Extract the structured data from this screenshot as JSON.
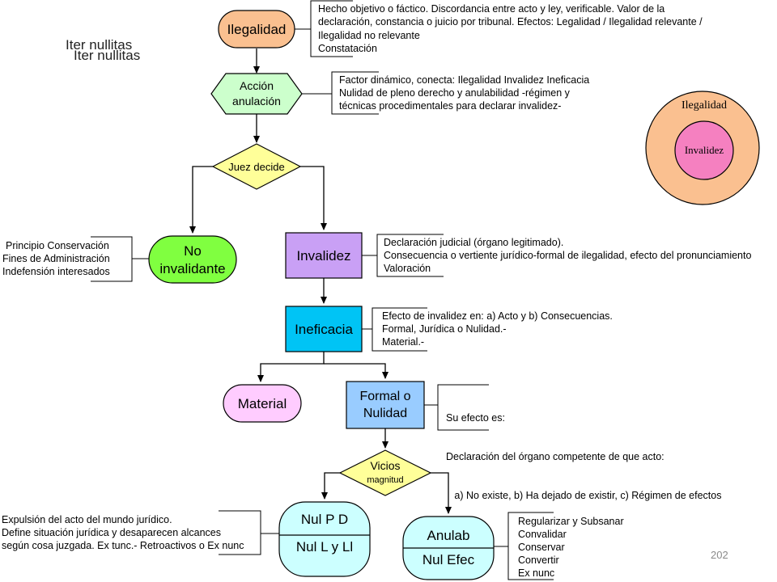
{
  "title": "Iter nullitas",
  "page_number": "202",
  "nodes": {
    "ilegalidad": "Ilegalidad",
    "accion": [
      "Acción",
      "anulación"
    ],
    "juez": "Juez decide",
    "no_invalidante": [
      "No",
      "invalidante"
    ],
    "invalidez": "Invalidez",
    "ineficacia": "Ineficacia",
    "material": "Material",
    "formal": [
      "Formal o",
      "Nulidad"
    ],
    "vicios": [
      "Vicios",
      "magnitud"
    ],
    "nul_pd": "Nul P D",
    "nul_lyl": "Nul L y Ll",
    "anulab": "Anulab",
    "nul_efec": "Nul Efec"
  },
  "venn": {
    "outer": "Ilegalidad",
    "inner": "Invalidez",
    "colors": {
      "outer": "#fac090",
      "inner": "#f580c0"
    }
  },
  "notes": {
    "ilegalidad": [
      "Hecho objetivo o fáctico. Discordancia entre acto y ley, verificable. Valor de la",
      "declaración, constancia o juicio por tribunal. Efectos: Legalidad / Ilegalidad relevante /",
      "Ilegalidad no relevante",
      "Constatación"
    ],
    "accion": [
      "Factor dinámico, conecta: Ilegalidad Invalidez Ineficacia",
      "Nulidad de pleno derecho y anulabilidad -régimen y",
      "técnicas procedimentales para declarar invalidez-"
    ],
    "no_invalidante": [
      "Principio Conservación",
      "Fines de Administración",
      "Indefensión interesados"
    ],
    "invalidez": [
      "Declaración judicial (órgano legitimado).",
      "Consecuencia o vertiente jurídico-formal de ilegalidad, efecto del pronunciamiento",
      "Valoración"
    ],
    "ineficacia": [
      "Efecto de invalidez en:  a) Acto y b) Consecuencias.",
      "Formal, Jurídica o Nulidad.-",
      "Material.-"
    ],
    "formal": [
      "Su efecto es:",
      "Declaración del órgano competente de que acto:",
      "   a) No existe, b) Ha dejado de existir, c) Régimen de efectos"
    ],
    "nul": [
      "Expulsión del acto del mundo jurídico.",
      "Define situación jurídica y desaparecen alcances",
      "según cosa juzgada. Ex tunc.- Retroactivos o Ex nunc"
    ],
    "anulab": [
      "Regularizar y Subsanar",
      "Convalidar",
      "Conservar",
      "Convertir",
      "Ex nunc"
    ]
  },
  "colors": {
    "ilegalidad": "#fac090",
    "accion": "#ccffcc",
    "juez": "#ffff99",
    "no_invalidante": "#80ff40",
    "invalidez": "#c9a0f5",
    "ineficacia": "#00c4f5",
    "material": "#ffccff",
    "formal": "#99ccff",
    "vicios": "#ffff99",
    "nul": "#ccffff",
    "anulab": "#ccffff"
  }
}
